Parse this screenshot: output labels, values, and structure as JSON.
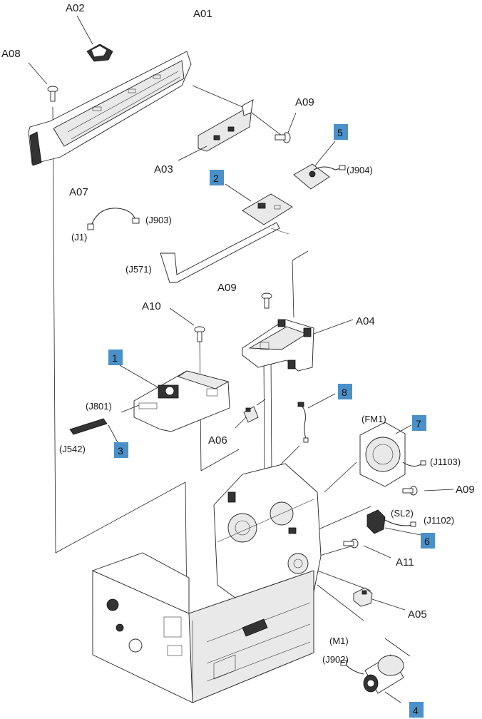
{
  "parts": {
    "a01": "A01",
    "a02": "A02",
    "a03": "A03",
    "a04": "A04",
    "a05": "A05",
    "a06": "A06",
    "a07": "A07",
    "a08": "A08",
    "a09_top": "A09",
    "a09_mid": "A09",
    "a09_right": "A09",
    "a10": "A10",
    "a11": "A11"
  },
  "connectors": {
    "j904": "(J904)",
    "j903": "(J903)",
    "j1": "(J1)",
    "j571": "(J571)",
    "j801": "(J801)",
    "j542": "(J542)",
    "fm1": "(FM1)",
    "j1103": "(J1103)",
    "sl2": "(SL2)",
    "j1102": "(J1102)",
    "m1": "(M1)",
    "j902": "(J902)"
  },
  "callouts": {
    "c1": "1",
    "c2": "2",
    "c3": "3",
    "c4": "4",
    "c5": "5",
    "c6": "6",
    "c7": "7",
    "c8": "8"
  },
  "colors": {
    "callout_fill": "#4a90c9",
    "line": "#222222",
    "background": "#ffffff"
  }
}
